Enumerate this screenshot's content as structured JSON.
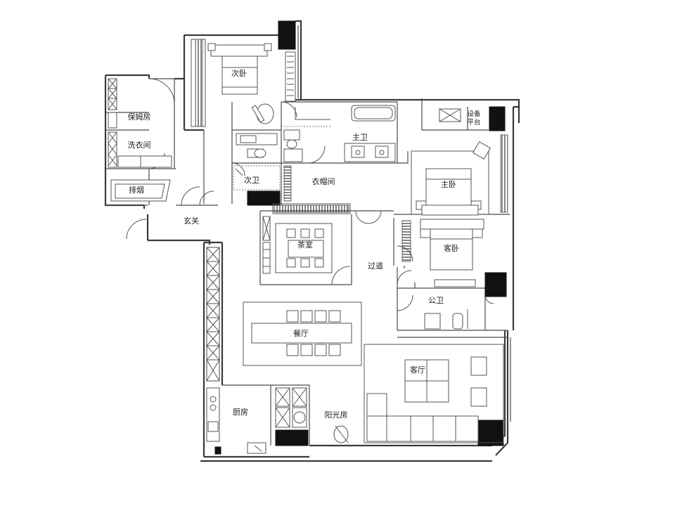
{
  "rooms": {
    "secondary_bedroom": "次卧",
    "nanny_room": "保姆房",
    "laundry": "洗衣间",
    "flue": "排烟",
    "master_bath": "主卫",
    "equipment_1": "设备",
    "equipment_2": "平台",
    "secondary_bath": "次卫",
    "walk_in_closet": "衣帽间",
    "master_bedroom": "主卧",
    "entrance": "玄关",
    "tea_room": "茶室",
    "corridor": "过道",
    "guest_bedroom": "客卧",
    "public_bath": "公卫",
    "dining_room": "餐厅",
    "living_room": "客厅",
    "kitchen": "厨房",
    "sunroom": "阳光房"
  },
  "colors": {
    "wall": "#3a3a3a",
    "furniture": "#555555",
    "column": "#111111",
    "background": "#ffffff"
  }
}
